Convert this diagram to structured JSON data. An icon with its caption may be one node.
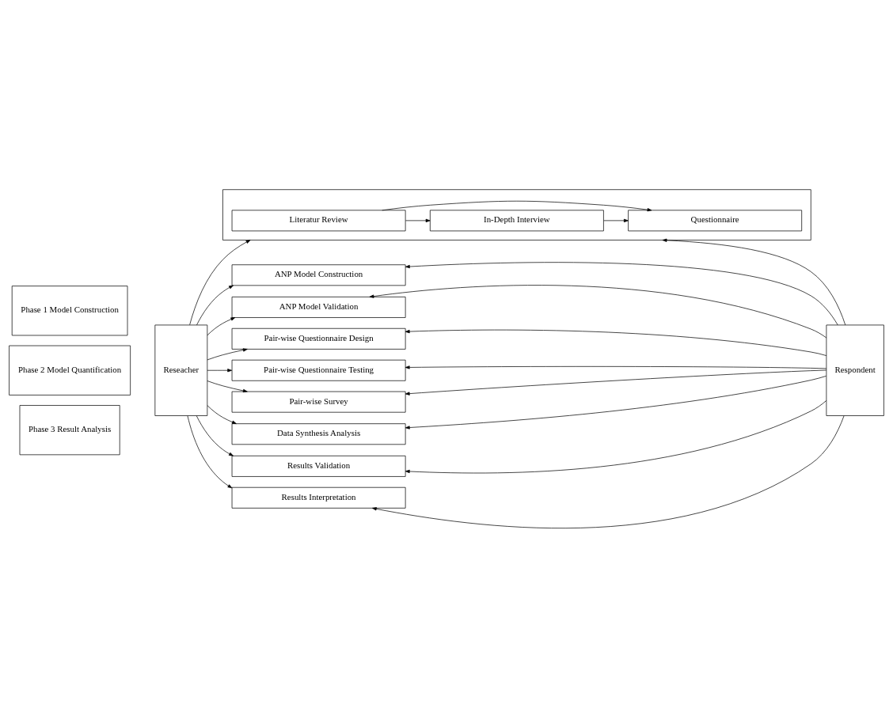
{
  "diagram": {
    "nodes": [
      {
        "text": [
          "Phase 1 Model Construction"
        ]
      },
      {
        "text": [],
        "shape": "box"
      },
      {
        "text": [
          "Literatur Review"
        ],
        "in": 1
      },
      {
        "text": [
          "In-Depth Interview"
        ],
        "in": 1
      },
      {
        "text": [
          "Questionnaire"
        ],
        "in": 1
      },
      {
        "text": [
          "ANP Model Construction"
        ]
      },
      {
        "text": [
          "ANP Model Validation"
        ]
      },
      {
        "text": [
          "Reseacher"
        ]
      },
      {
        "text": [
          "Respondent"
        ]
      },
      {
        "text": [
          "Phase 2 Model Quantification"
        ]
      },
      {
        "text": [
          "Pair-wise Questionnaire Design"
        ]
      },
      {
        "text": [
          "Pair-wise Questionnaire Testing"
        ]
      },
      {
        "text": [
          "Pair-wise Survey"
        ]
      },
      {
        "text": [
          "Phase 3 Result Analysis"
        ]
      },
      {
        "text": [
          "Data Synthesis Analysis"
        ]
      },
      {
        "text": [
          "Results Validation"
        ]
      },
      {
        "text": [
          "Results Interpretation"
        ]
      }
    ],
    "edges": [
      {
        "from": 2,
        "to": 3,
        "arrow": "to"
      },
      {
        "from": 2,
        "to": 4,
        "arrow": "to"
      },
      {
        "from": 3,
        "to": 4,
        "arrow": "to"
      },
      {
        "from": 7,
        "to": 1,
        "arrow": "to"
      },
      {
        "from": 7,
        "to": 5,
        "arrow": "to"
      },
      {
        "from": 7,
        "to": 6,
        "arrow": "to"
      },
      {
        "from": 7,
        "to": 10,
        "arrow": "to"
      },
      {
        "from": 7,
        "to": 11,
        "arrow": "to"
      },
      {
        "from": 7,
        "to": 12,
        "arrow": "to"
      },
      {
        "from": 7,
        "to": 14,
        "arrow": "to"
      },
      {
        "from": 7,
        "to": 15,
        "arrow": "to"
      },
      {
        "from": 7,
        "to": 16,
        "arrow": "to"
      },
      {
        "from": 8,
        "to": 1,
        "arrow": "to"
      },
      {
        "from": 8,
        "to": 5,
        "arrow": "to"
      },
      {
        "from": 8,
        "to": 6,
        "arrow": "to"
      },
      {
        "from": 8,
        "to": 10,
        "arrow": "to"
      },
      {
        "from": 8,
        "to": 11,
        "arrow": "to"
      },
      {
        "from": 8,
        "to": 12,
        "arrow": "to"
      },
      {
        "from": 8,
        "to": 14,
        "arrow": "to"
      },
      {
        "from": 8,
        "to": 15,
        "arrow": "to"
      },
      {
        "from": 8,
        "to": 16,
        "arrow": "to"
      }
    ]
  }
}
